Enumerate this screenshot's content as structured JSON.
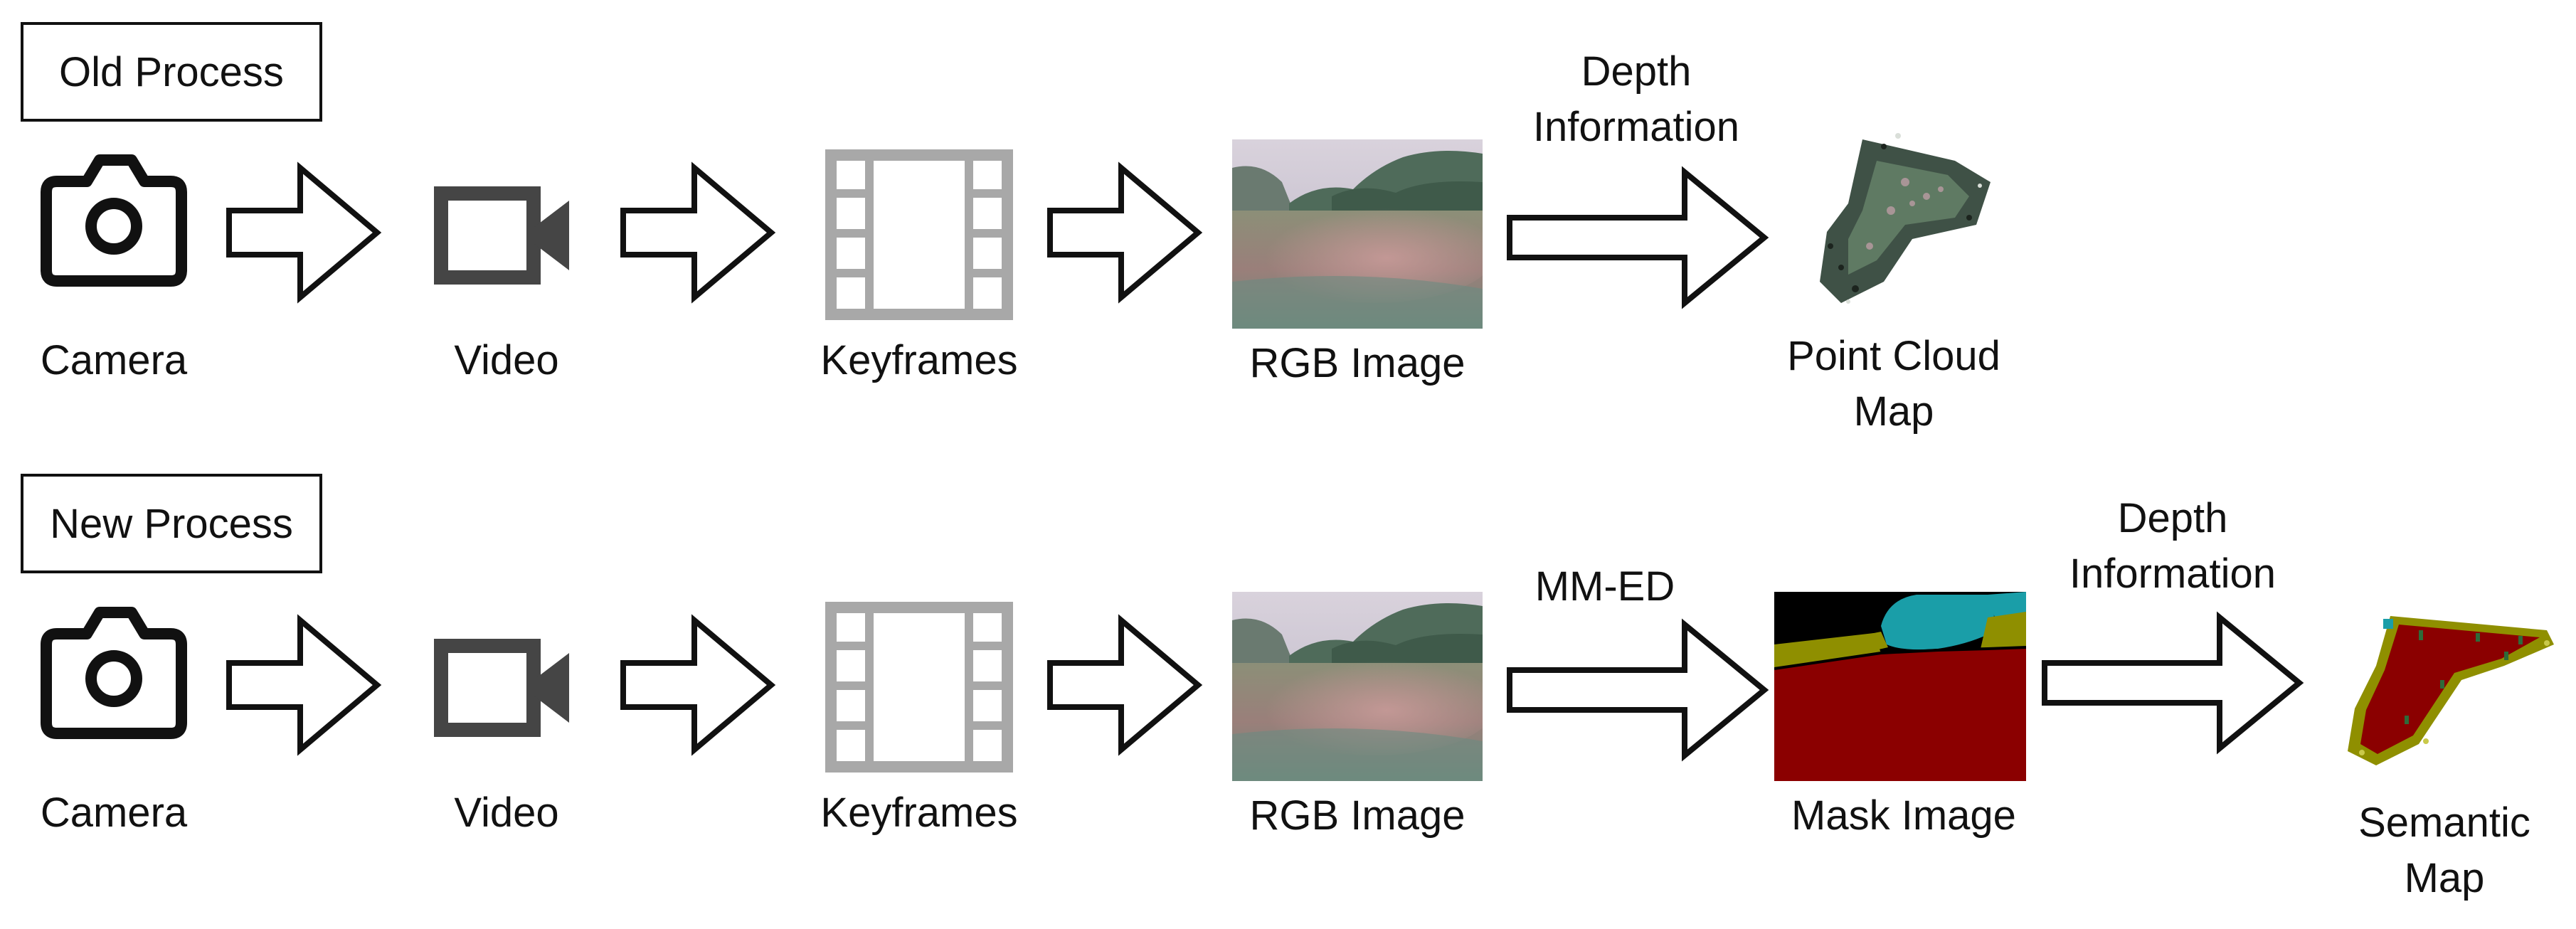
{
  "rows": [
    {
      "title": "Old Process",
      "steps": [
        "Camera",
        "Video",
        "Keyframes",
        "RGB Image"
      ],
      "edge_label": [
        "Depth",
        "Information"
      ],
      "output": [
        "Point Cloud",
        "Map"
      ]
    },
    {
      "title": "New Process",
      "steps": [
        "Camera",
        "Video",
        "Keyframes",
        "RGB Image"
      ],
      "edge_label_1": "MM-ED",
      "mask": "Mask Image",
      "edge_label_2": [
        "Depth",
        "Information"
      ],
      "output": [
        "Semantic",
        "Map"
      ]
    }
  ],
  "colors": {
    "stroke": "#111111",
    "video_icon": "#454545",
    "film_icon": "#a8a8a8",
    "mask_black": "#000000",
    "mask_olive": "#8f8f00",
    "mask_teal": "#1a9ea8",
    "mask_red": "#8b0000"
  },
  "icons": [
    "camera-icon",
    "video-camera-icon",
    "film-strip-icon",
    "arrow-right-icon"
  ]
}
